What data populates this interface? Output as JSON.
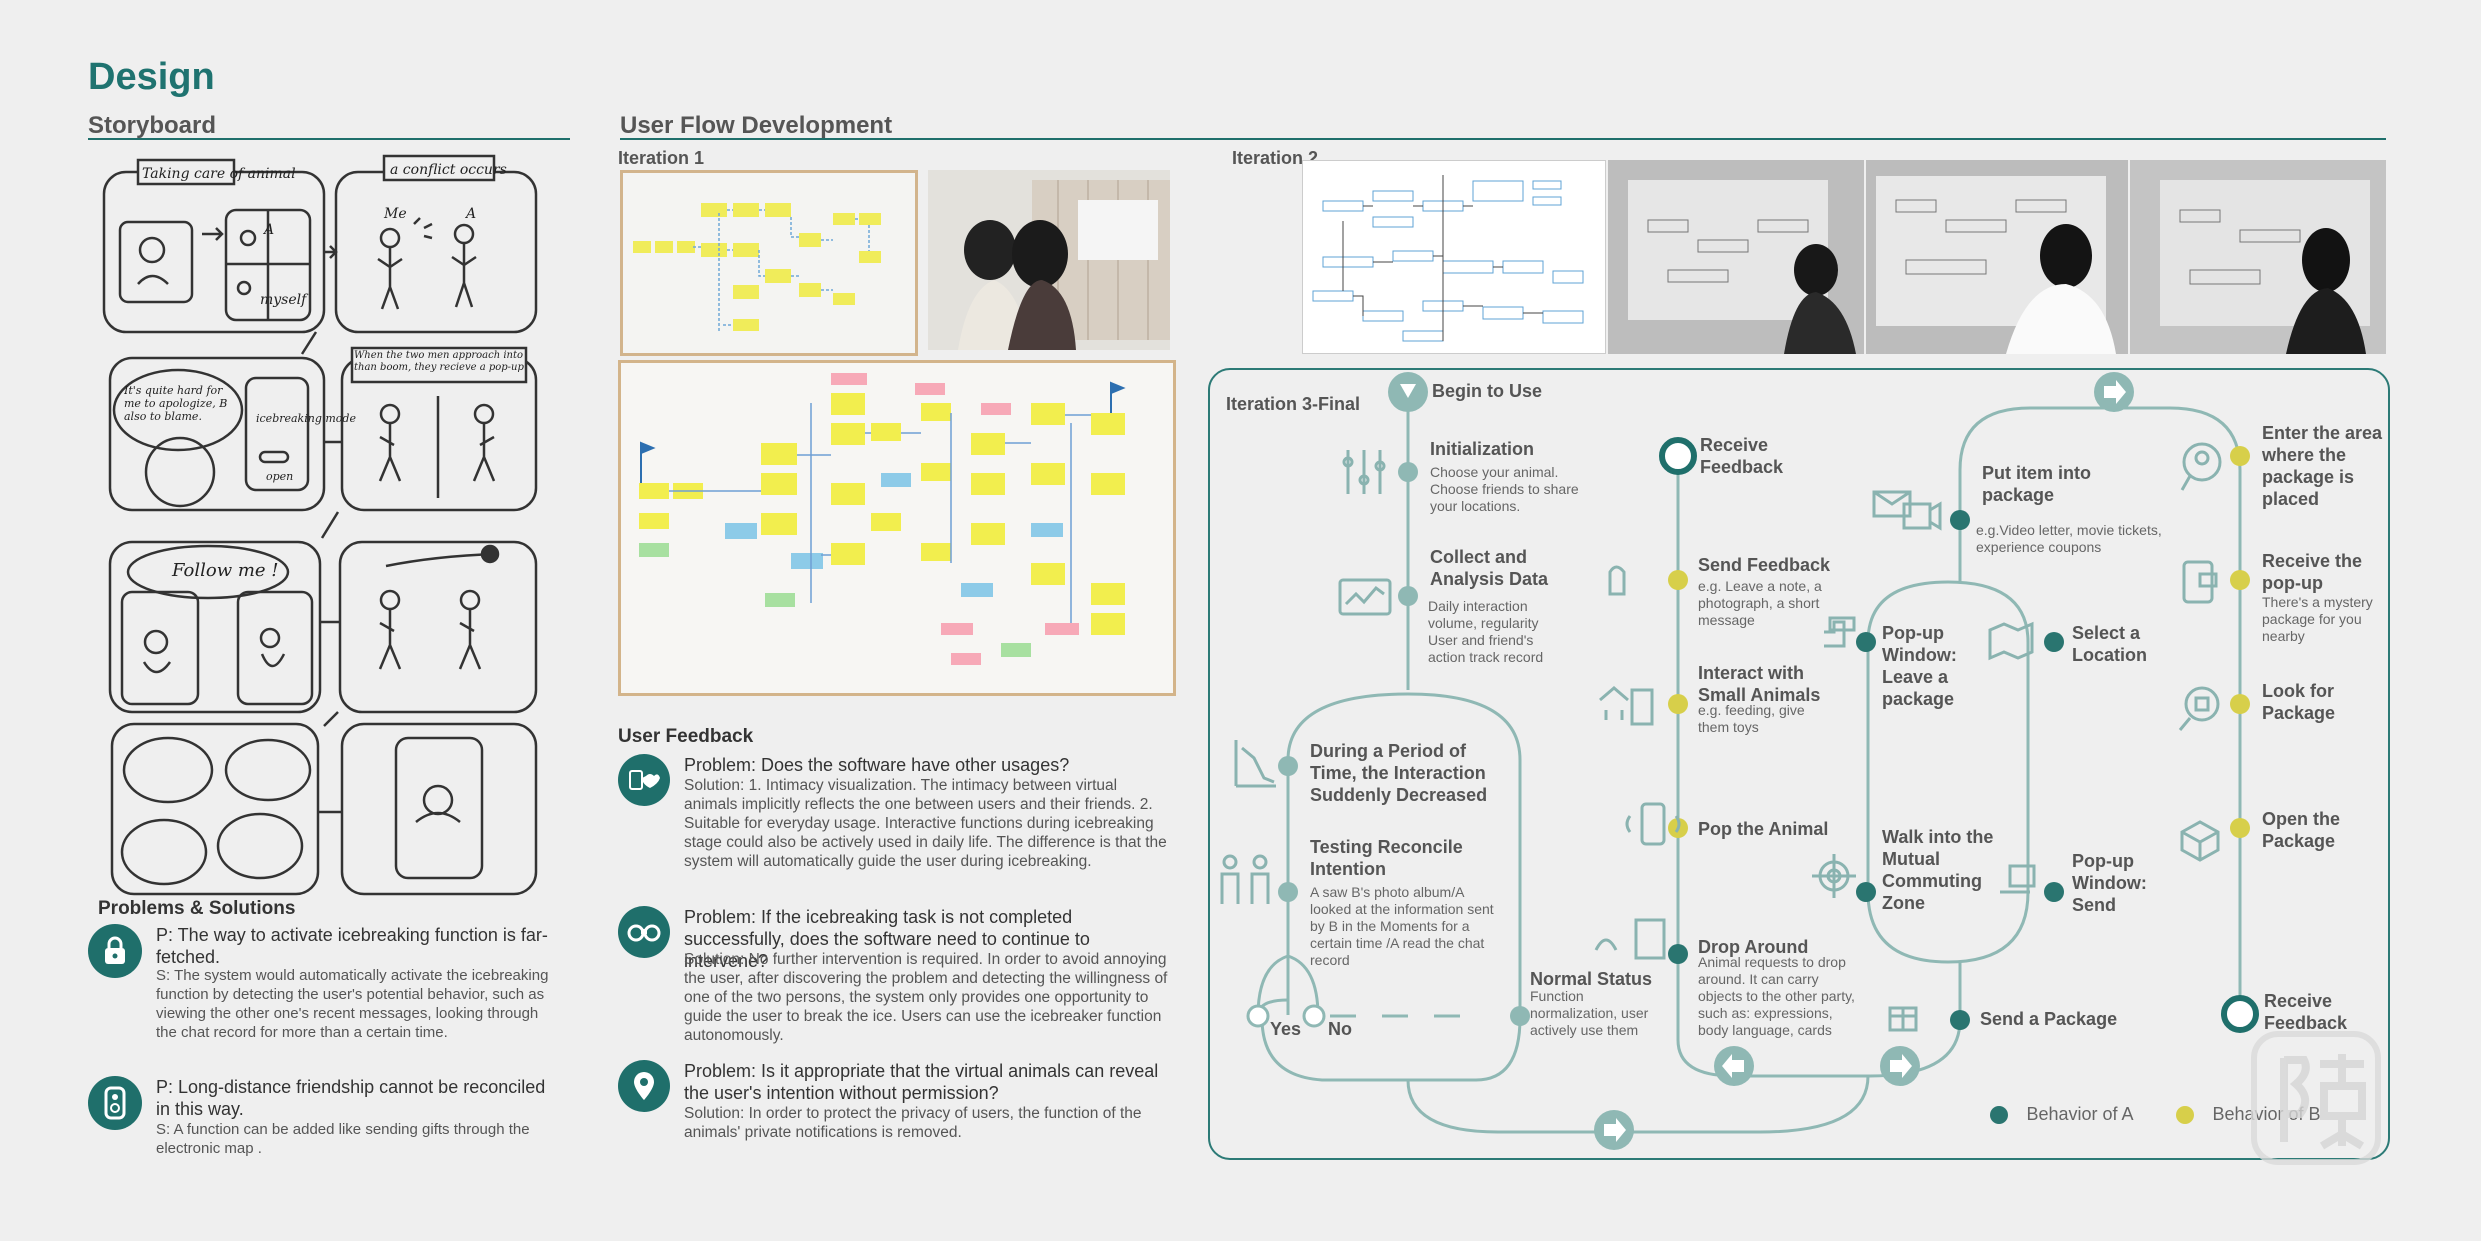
{
  "colors": {
    "teal": "#1f6f6b",
    "line": "#8fb8b4",
    "nodeA": "#2a7570",
    "nodeB": "#d7cf4a",
    "icon": "#8ab3b0"
  },
  "header": {
    "title": "Design",
    "storyboard": "Storyboard",
    "userflow": "User Flow Development"
  },
  "iterations": {
    "i1": "Iteration 1",
    "i2": "Iteration 2",
    "i3": "Iteration 3-Final"
  },
  "storyboard": {
    "panel1_caption": "Taking care of animal",
    "panel1_labels": [
      "A",
      "myself"
    ],
    "panel2_caption": "a conflict occurs",
    "panel2_labels": [
      "Me",
      "A"
    ],
    "panel3_text": "It's quite hard for me to apologize, B also to blame.",
    "panel3_phone": [
      "icebreaking mode",
      "open"
    ],
    "panel4_caption": "When the two men approach into than boom, they recieve a pop-up",
    "panel5_text": "Follow me !"
  },
  "problems": {
    "title": "Problems & Solutions",
    "items": [
      {
        "icon": "lock-icon",
        "p": "P: The way to activate icebreaking function is far-fetched.",
        "s": "S: The system would automatically activate the icebreaking function by detecting the user's potential behavior, such as viewing the other one's recent messages, looking through the chat record for more than a certain time."
      },
      {
        "icon": "map-pin-icon",
        "p": "P: Long-distance friendship cannot be reconciled in this way.",
        "s": "S: A function can be added like sending gifts through the electronic map ."
      }
    ]
  },
  "feedback": {
    "title": "User Feedback",
    "items": [
      {
        "icon": "devices-icon",
        "p": "Problem: Does the software have other usages?",
        "s": "Solution: 1. Intimacy visualization. The intimacy between virtual animals implicitly reflects the one between users and their friends. 2. Suitable for everyday usage. Interactive functions during icebreaking stage could also be actively used in daily life. The difference is that the system will automatically guide the user during icebreaking."
      },
      {
        "icon": "binoculars-icon",
        "p": "Problem: If the icebreaking task is not completed successfully, does the software need to continue to intervene?",
        "s": "Solution: No further intervention is required. In order to avoid annoying the user, after discovering the problem and detecting the willingness of one of the two persons, the system only provides one opportunity to guide the user to break the ice. Users can use the icebreaker function autonomously."
      },
      {
        "icon": "location-icon",
        "p": "Problem: Is it appropriate that the virtual animals can reveal the user's intention without permission?",
        "s": "Solution: In order to protect the privacy of users, the function of the animals' private notifications is removed."
      }
    ]
  },
  "flow": {
    "begin": "Begin to Use",
    "init_t": "Initialization",
    "init_d": "Choose your animal. Choose friends to share your locations.",
    "collect_t": "Collect and Analysis Data",
    "collect_d": "Daily interaction volume, regularity User and friend's action track record",
    "period_t": "During a Period of Time, the Interaction Suddenly Decreased",
    "test_t": "Testing Reconcile Intention",
    "test_d": "A saw B's photo album/A looked at the information sent by B in the Moments for a certain time /A read the chat record",
    "yes": "Yes",
    "no": "No",
    "normal_t": "Normal Status",
    "normal_d": "Function normalization, user actively use them",
    "recv1": "Receive Feedback",
    "sendfb_t": "Send Feedback",
    "sendfb_d": "e.g. Leave a note, a photograph, a short message",
    "interact_t": "Interact with Small Animals",
    "interact_d": "e.g. feeding, give them toys",
    "pop_t": "Pop the Animal",
    "drop_t": "Drop Around",
    "drop_d": "Animal requests to drop around. It can carry objects to the other party, such as: expressions, body language, cards",
    "put_t": "Put item into package",
    "put_d": "e.g.Video letter, movie tickets, experience coupons",
    "popleave_t": "Pop-up Window: Leave a package",
    "select_t": "Select a Location",
    "walk_t": "Walk into the Mutual Commuting Zone",
    "popsend_t": "Pop-up Window: Send",
    "sendpkg_t": "Send a Package",
    "enter_t": "Enter the area where the package is placed",
    "recvpop_t": "Receive the pop-up",
    "recvpop_d": "There's a mystery package for you nearby",
    "look_t": "Look for Package",
    "open_t": "Open the Package",
    "recv2": "Receive Feedback"
  },
  "legend": {
    "a": "Behavior of A",
    "b": "Behavior of  B"
  }
}
